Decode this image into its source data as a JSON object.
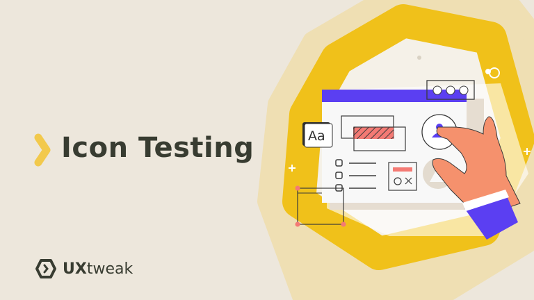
{
  "banner": {
    "title": "Icon Testing",
    "logo": {
      "bold": "UX",
      "regular": "tweak"
    },
    "illustration": {
      "font_sample": "Aa"
    }
  },
  "colors": {
    "background": "#ede7dc",
    "accent_yellow": "#f0c11a",
    "purple": "#5b3ff2",
    "coral": "#f47a74",
    "skin": "#f5916d",
    "text": "#383c31"
  }
}
